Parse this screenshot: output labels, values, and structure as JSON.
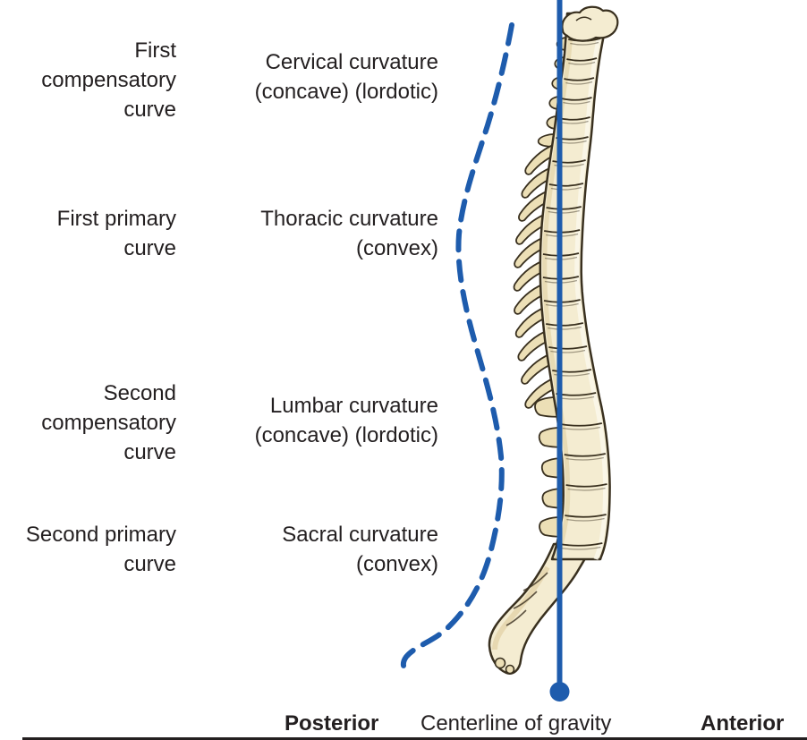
{
  "figure": {
    "left_labels": [
      {
        "text": "First\ncompensatory\ncurve"
      },
      {
        "text": "First primary\ncurve"
      },
      {
        "text": "Second\ncompensatory\ncurve"
      },
      {
        "text": "Second primary\ncurve"
      }
    ],
    "curvature_labels": [
      {
        "text": "Cervical curvature\n(concave) (lordotic)"
      },
      {
        "text": "Thoracic curvature\n(convex)"
      },
      {
        "text": "Lumbar curvature\n(concave) (lordotic)"
      },
      {
        "text": "Sacral curvature\n(convex)"
      }
    ],
    "bottom_labels": {
      "posterior": "Posterior",
      "centerline": "Centerline of gravity",
      "anterior": "Anterior"
    },
    "colors": {
      "line_blue": "#1e5cad",
      "text": "#231f20",
      "bone_fill": "#f4ecd1",
      "bone_shade": "#ecdfb6",
      "bone_outline": "#39301f"
    }
  }
}
